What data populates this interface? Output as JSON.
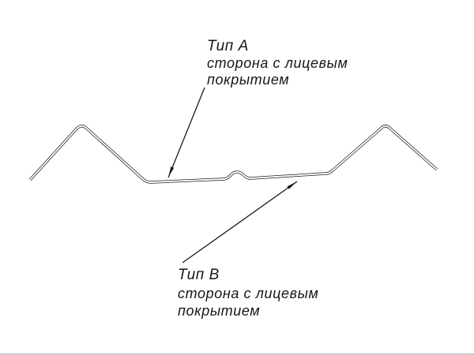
{
  "diagram": {
    "label_a": {
      "title": "Тип А",
      "line1": "сторона с лицевым",
      "line2": "покрытием"
    },
    "label_b": {
      "title": "Тип В",
      "line1": "сторона с лицевым",
      "line2": "покрытием"
    },
    "colors": {
      "line": "#1c1c1c",
      "background": "#ffffff"
    }
  }
}
